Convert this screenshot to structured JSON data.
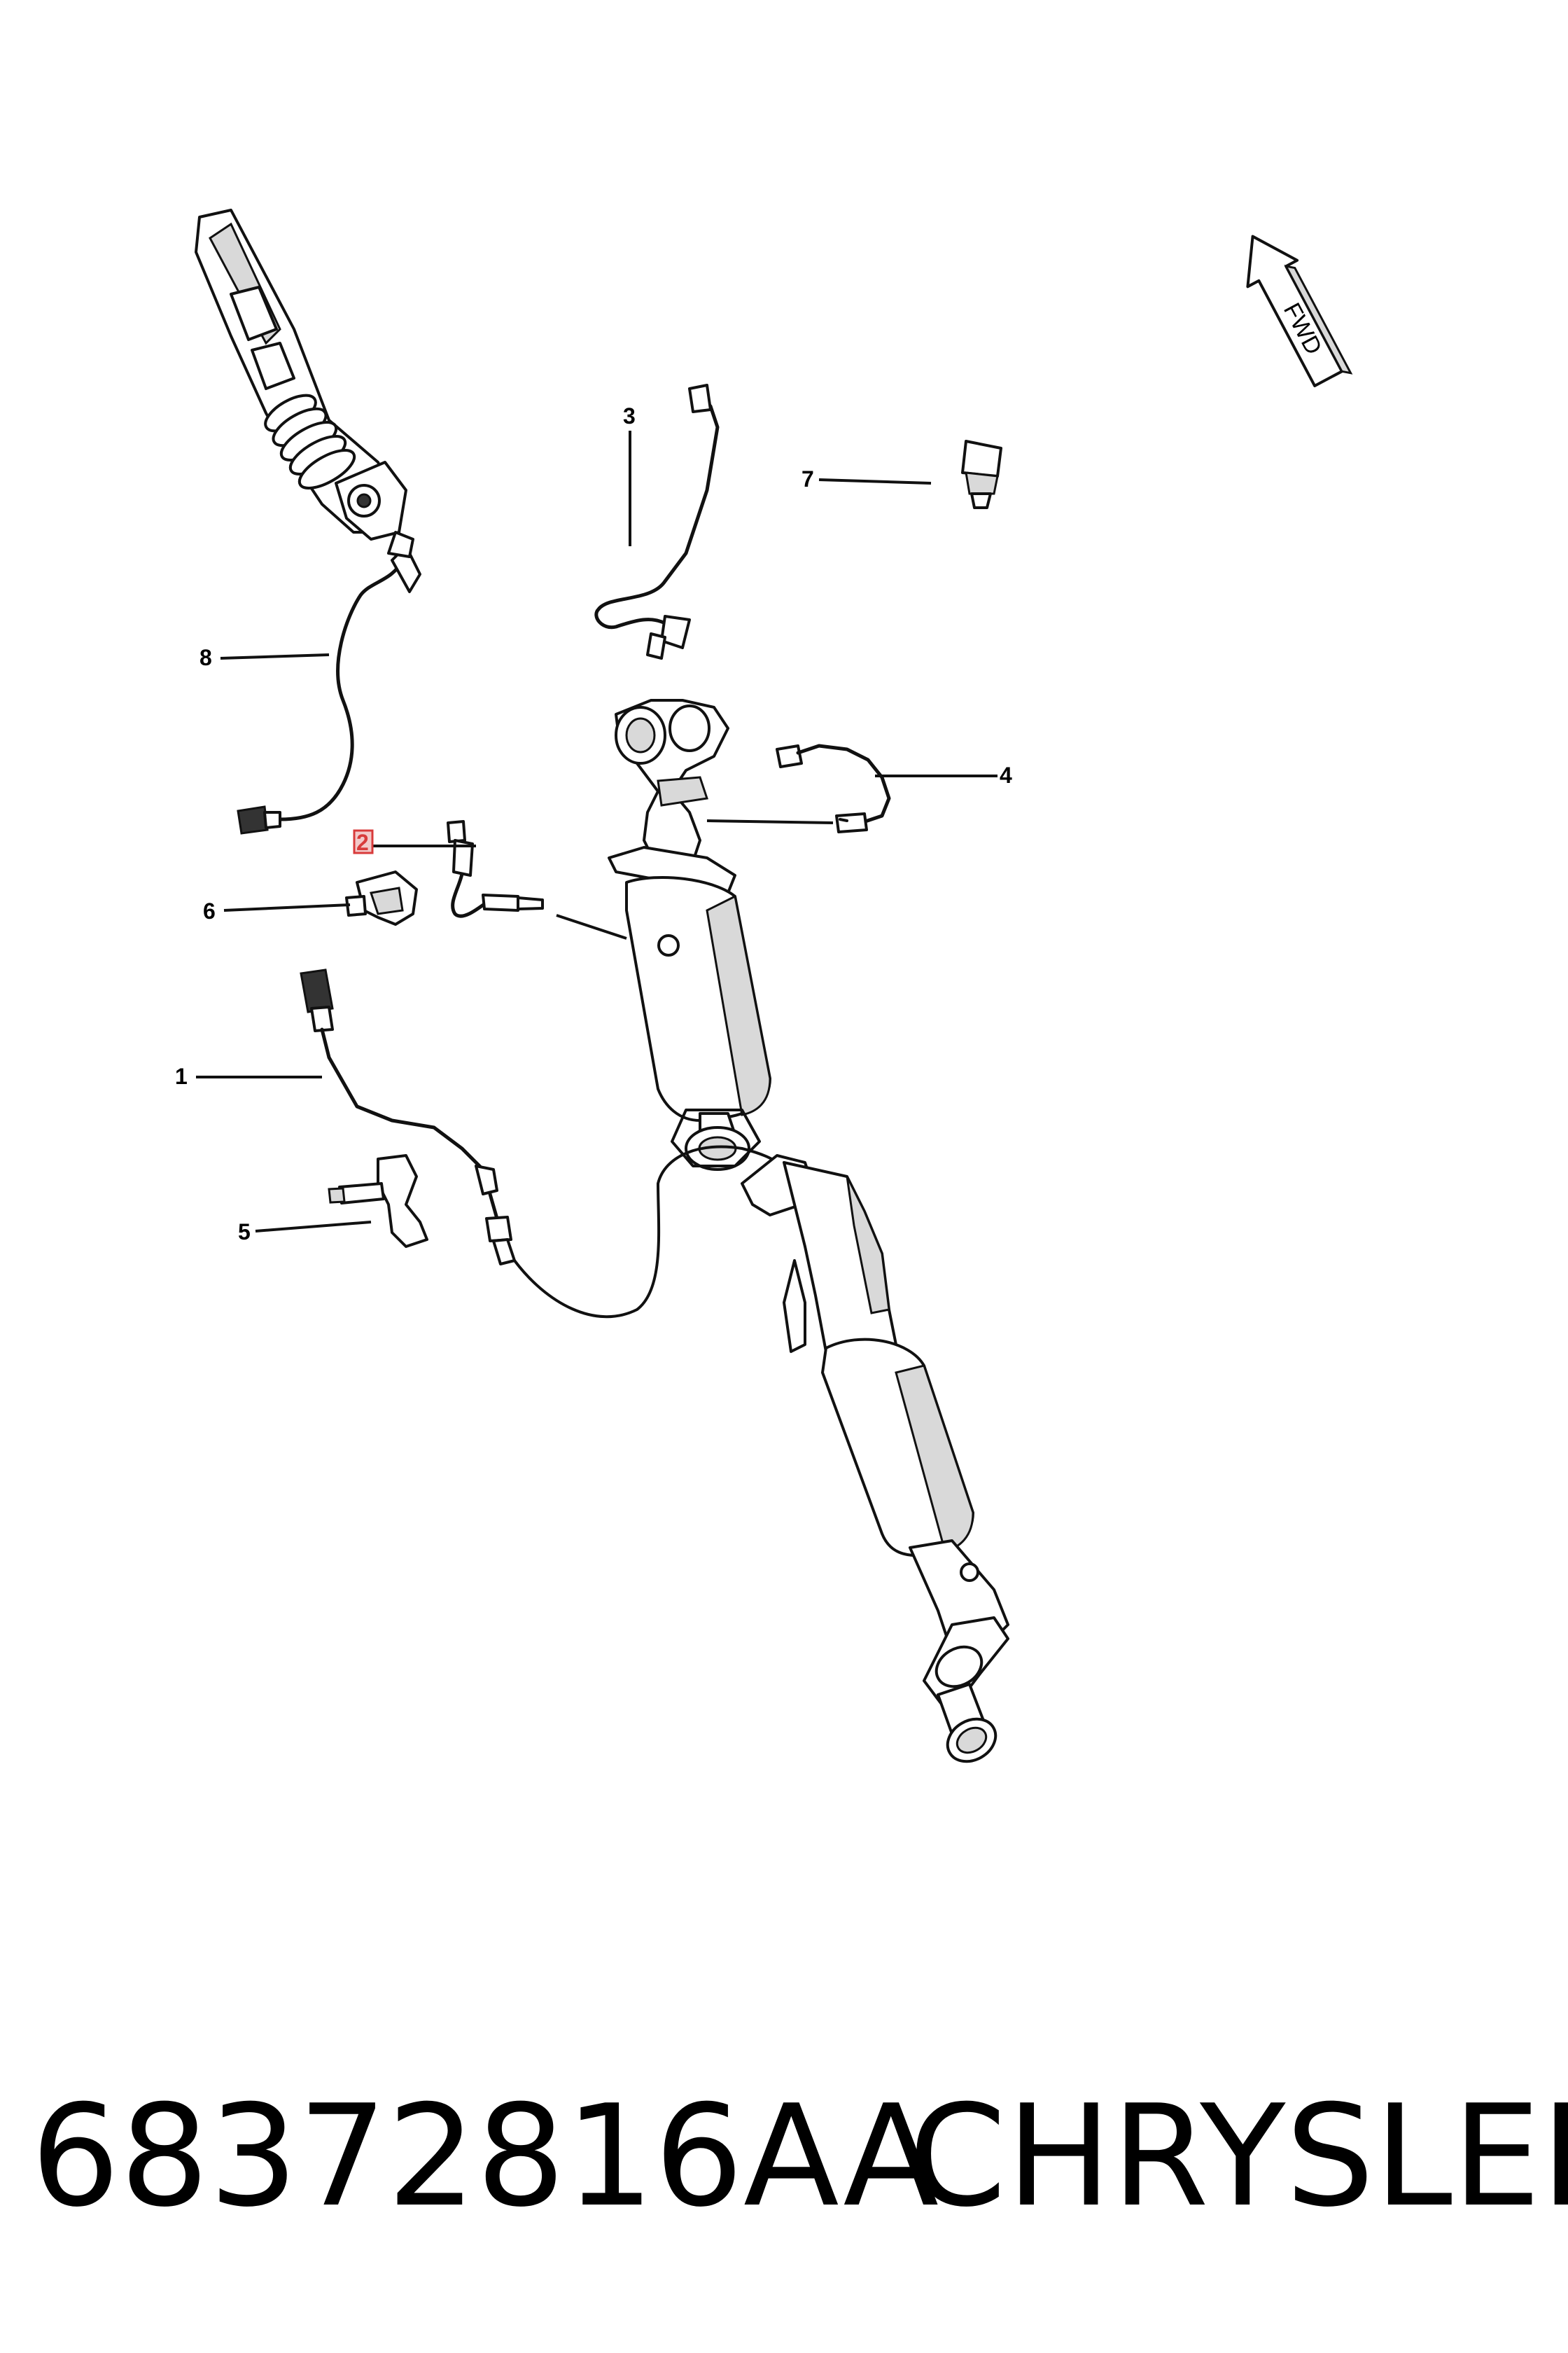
{
  "callouts": {
    "c1": "1",
    "c2": "2",
    "c3": "3",
    "c4": "4",
    "c5": "5",
    "c6": "6",
    "c7": "7",
    "c8": "8"
  },
  "direction_arrow": "FWD",
  "highlighted_callout": "2",
  "caption": {
    "part_number": "68372816AA",
    "brand": "CHRYSLER"
  },
  "colors": {
    "highlight": "#d83a3a",
    "line": "#111111",
    "background": "#ffffff"
  }
}
